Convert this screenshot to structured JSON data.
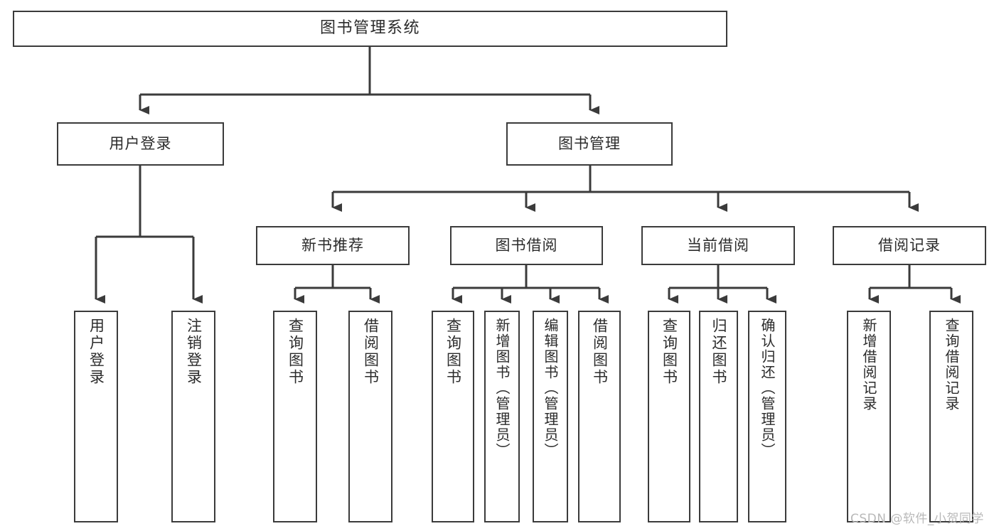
{
  "diagram": {
    "title": "图书管理系统",
    "type": "hierarchy-tree",
    "root": {
      "label": "图书管理系统"
    },
    "level1": [
      {
        "label": "用户登录"
      },
      {
        "label": "图书管理"
      }
    ],
    "level2": [
      {
        "label": "新书推荐"
      },
      {
        "label": "图书借阅"
      },
      {
        "label": "当前借阅"
      },
      {
        "label": "借阅记录"
      }
    ],
    "leaves": {
      "user_login": [
        {
          "label": "用户登录"
        },
        {
          "label": "注销登录"
        }
      ],
      "new_book_recommend": [
        {
          "label": "查询图书"
        },
        {
          "label": "借阅图书"
        }
      ],
      "book_borrow": [
        {
          "label": "查询图书"
        },
        {
          "label": "新增图书（管理员）"
        },
        {
          "label": "编辑图书（管理员）"
        },
        {
          "label": "借阅图书"
        }
      ],
      "current_borrow": [
        {
          "label": "查询图书"
        },
        {
          "label": "归还图书"
        },
        {
          "label": "确认归还（管理员）"
        }
      ],
      "borrow_record": [
        {
          "label": "新增借阅记录"
        },
        {
          "label": "查询借阅记录"
        }
      ]
    }
  },
  "watermark": {
    "text": "CSDN @软件_小贺同学"
  },
  "colors": {
    "line": "#3b3b3b",
    "box_border": "#3b3b3b",
    "box_fill": "#ffffff",
    "text": "#2b2b2b",
    "watermark": "#b9b9b9",
    "background": "#ffffff"
  }
}
